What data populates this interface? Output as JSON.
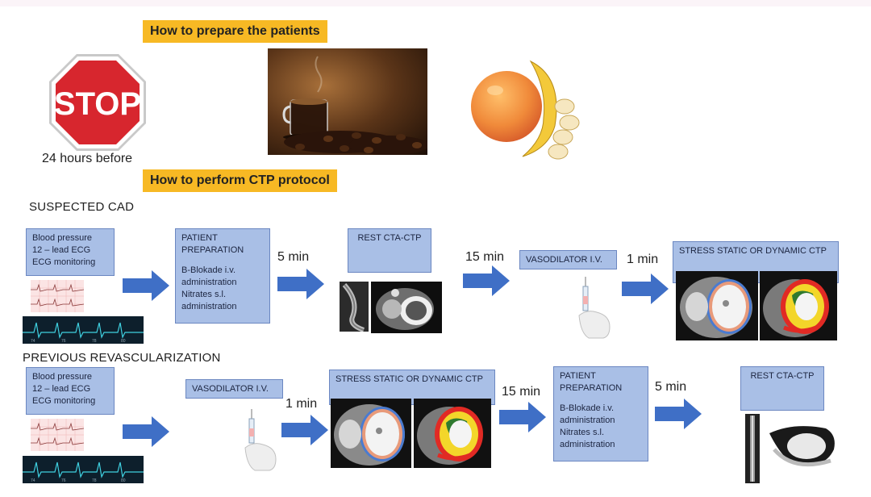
{
  "header": {
    "prepare_title": "How to prepare the patients",
    "stop_sign_text": "STOP",
    "stop_caption": "24 hours before",
    "perform_title": "How to perform CTP protocol"
  },
  "suspected": {
    "section_label": "SUSPECTED CAD",
    "box1": [
      "Blood pressure",
      "12 – lead ECG",
      "ECG monitoring"
    ],
    "prep_title": [
      "PATIENT",
      "PREPARATION"
    ],
    "prep_body": [
      "B-Blokade i.v.",
      "administration",
      "Nitrates s.l.",
      "administration"
    ],
    "time1": "5 min",
    "rest_label": "REST CTA-CTP",
    "time2": "15 min",
    "vasodilator_label": "VASODILATOR I.V.",
    "time3": "1 min",
    "stress_label": "STRESS STATIC OR DYNAMIC CTP"
  },
  "revasc": {
    "section_label": "PREVIOUS REVASCULARIZATION",
    "box1": [
      "Blood pressure",
      "12 – lead ECG",
      "ECG monitoring"
    ],
    "vasodilator_label": "VASODILATOR I.V.",
    "time1": "1 min",
    "stress_label": "STRESS STATIC OR DYNAMIC CTP",
    "time2": "15 min",
    "prep_title": [
      "PATIENT",
      "PREPARATION"
    ],
    "prep_body": [
      "B-Blokade i.v.",
      "administration",
      "Nitrates s.l.",
      "administration"
    ],
    "time3": "5 min",
    "rest_label": "REST CTA-CTP"
  },
  "icons": [
    "stop-sign-icon",
    "coffee-cup-icon",
    "coffee-beans-icon",
    "grapefruit-icon",
    "banana-icon",
    "ecg-strip-icon",
    "ecg-monitor-icon",
    "syringe-icon",
    "arrow-right-icon",
    "ct-scan-image",
    "perfusion-map-image"
  ],
  "colors": {
    "title_bg": "#f7b924",
    "box_bg": "#a9bfe6",
    "arrow": "#3f6fc6",
    "stop_red": "#d7262e"
  }
}
